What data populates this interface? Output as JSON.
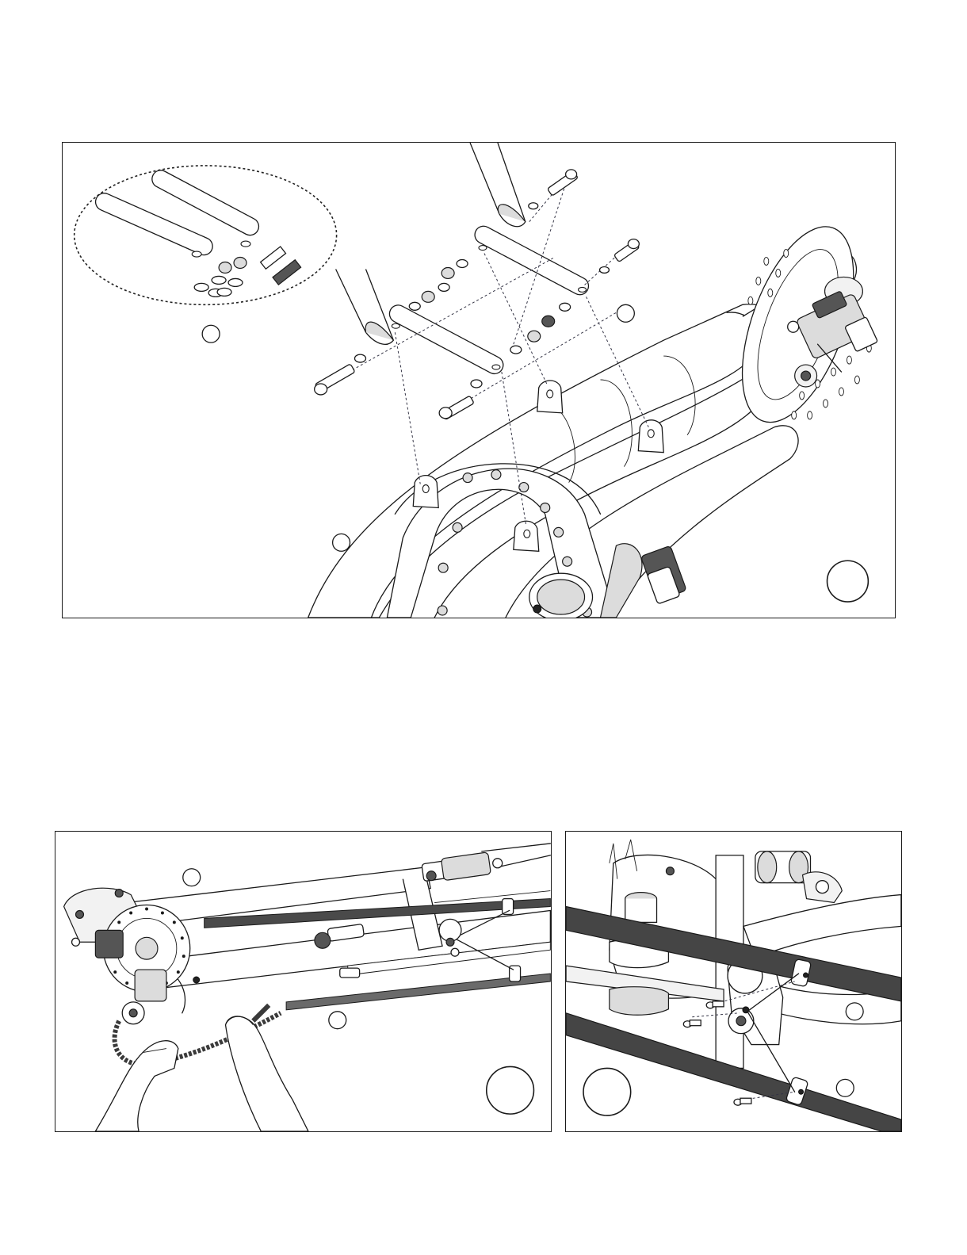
{
  "document": {
    "type": "assembly-instructions-page",
    "figures": [
      {
        "id": "figure-top",
        "description_visible_text": ""
      },
      {
        "id": "figure-bottom-left",
        "description_visible_text": ""
      },
      {
        "id": "figure-bottom-right",
        "description_visible_text": ""
      }
    ]
  },
  "colors": {
    "line": "#1a1a1a",
    "cable": "#4a4a4a",
    "chain": "#3a3a3a",
    "paper": "#ffffff"
  }
}
